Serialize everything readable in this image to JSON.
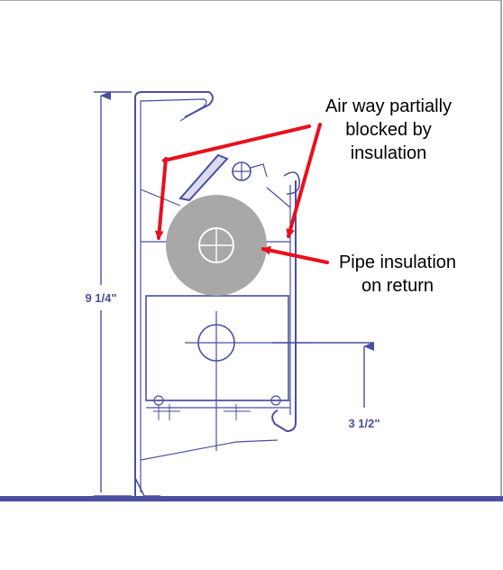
{
  "colors": {
    "drawing": "#4a4f9e",
    "drawing_fill": "#dcdcf0",
    "frame_border": "#8c8c8c",
    "floor": "#4a4f9e",
    "annotation_arrow": "#e8101c",
    "pipe_insulation": "#a8a8a8",
    "text": "#000000",
    "dim_text": "#4a4f9e"
  },
  "dimensions": {
    "height_label": "9 1/4\"",
    "pipe_height_label": "3 1/2\""
  },
  "annotations": {
    "airway": {
      "line1": "Air way partially",
      "line2": "blocked by",
      "line3": "insulation"
    },
    "pipe": {
      "line1": "Pipe insulation",
      "line2": "on return"
    }
  }
}
